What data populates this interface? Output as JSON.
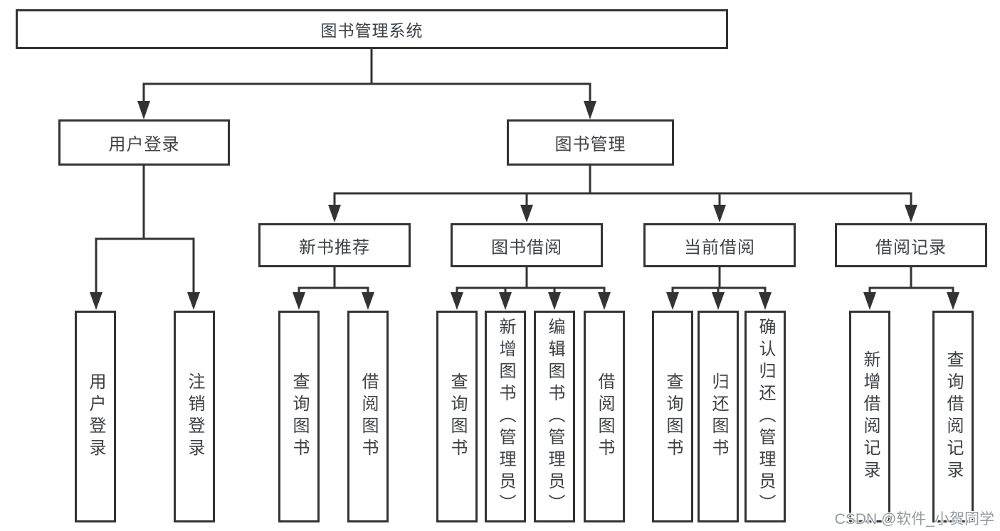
{
  "diagram": {
    "root": {
      "label": "图书管理系统"
    },
    "level2": [
      {
        "label": "用户登录"
      },
      {
        "label": "图书管理"
      }
    ],
    "level3": [
      {
        "label": "新书推荐"
      },
      {
        "label": "图书借阅"
      },
      {
        "label": "当前借阅"
      },
      {
        "label": "借阅记录"
      }
    ],
    "leaves": {
      "user_login": [
        {
          "label": "用户登录"
        },
        {
          "label": "注销登录"
        }
      ],
      "new_book_recommend": [
        {
          "label": "查询图书"
        },
        {
          "label": "借阅图书"
        }
      ],
      "book_borrowing": [
        {
          "label": "查询图书"
        },
        {
          "label": "新增图书（管理员）"
        },
        {
          "label": "编辑图书（管理员）"
        },
        {
          "label": "借阅图书"
        }
      ],
      "current_borrowing": [
        {
          "label": "查询图书"
        },
        {
          "label": "归还图书"
        },
        {
          "label": "确认归还（管理员）"
        }
      ],
      "borrowing_records": [
        {
          "label": "新增借阅记录"
        },
        {
          "label": "查询借阅记录"
        }
      ]
    }
  },
  "watermark": {
    "text": "CSDN @软件_小贺同学"
  },
  "colors": {
    "line": "#333333",
    "text": "#3d4046",
    "background": "#ffffff",
    "watermark": "#949aa1"
  }
}
